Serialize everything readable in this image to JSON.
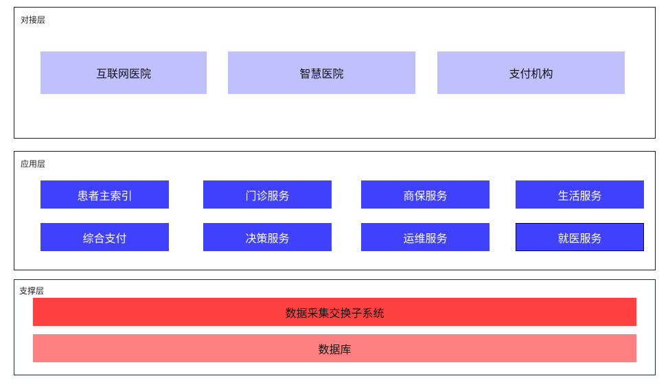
{
  "layers": {
    "docking": {
      "title": "对接层",
      "items": [
        "互联网医院",
        "智慧医院",
        "支付机构"
      ]
    },
    "application": {
      "title": "应用层",
      "items": [
        "患者主索引",
        "门诊服务",
        "商保服务",
        "生活服务",
        "综合支付",
        "决策服务",
        "运维服务",
        "就医服务"
      ]
    },
    "support": {
      "title": "支撑层",
      "items": [
        "数据采集交换子系统",
        "数据库"
      ]
    }
  },
  "colors": {
    "docking_box": "#c0c0ff",
    "application_box": "#4040ff",
    "support_primary": "#ff4040",
    "support_secondary": "#ff8080"
  }
}
